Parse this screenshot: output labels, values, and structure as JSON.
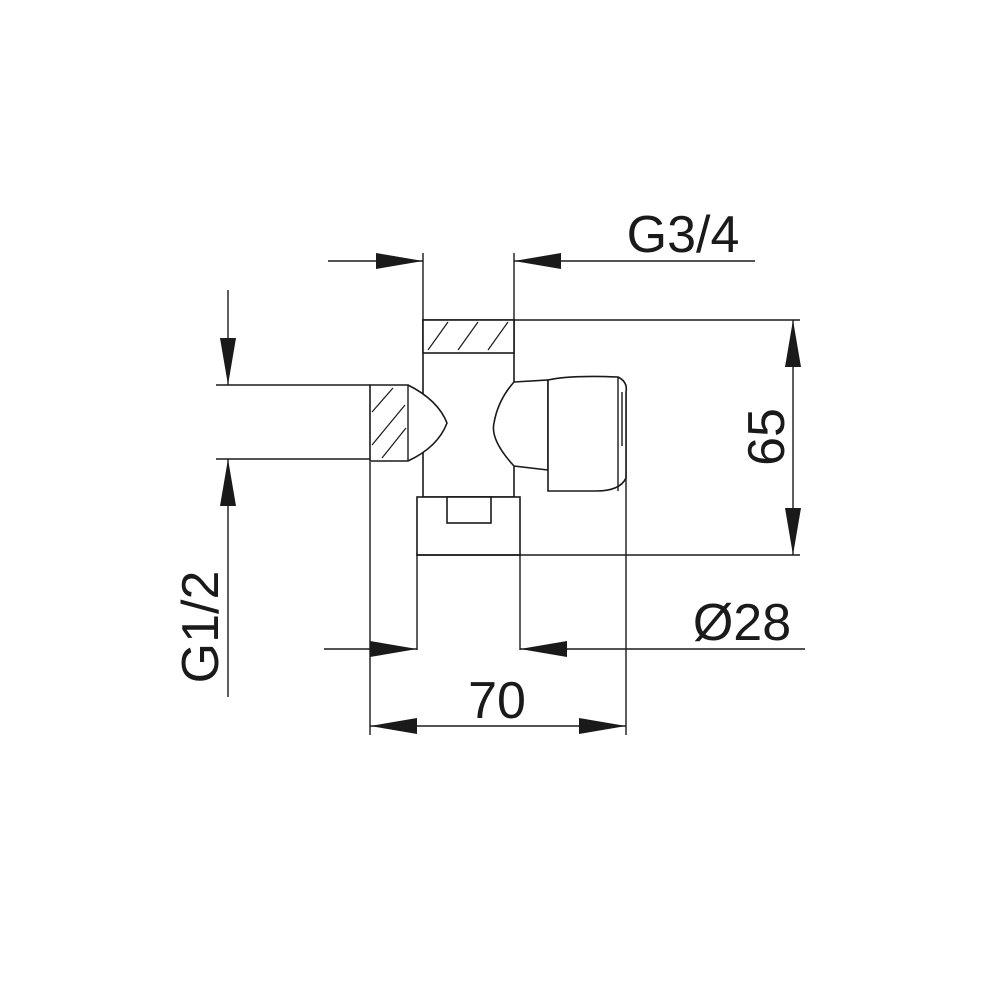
{
  "dimensions": {
    "thread_top": "G3/4",
    "height": "65",
    "diameter": "Ø28",
    "thread_side": "G1/2",
    "width": "70"
  }
}
